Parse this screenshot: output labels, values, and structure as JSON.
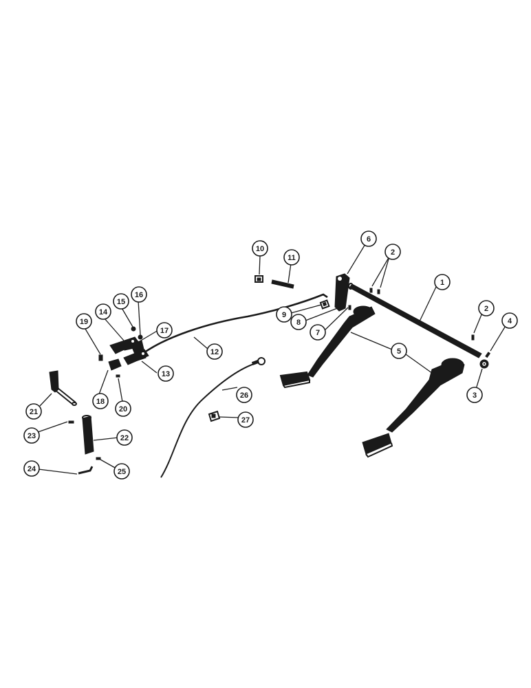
{
  "callouts": [
    {
      "id": "c1",
      "label": "1"
    },
    {
      "id": "c2a",
      "label": "2"
    },
    {
      "id": "c2b",
      "label": "2"
    },
    {
      "id": "c3",
      "label": "3"
    },
    {
      "id": "c4",
      "label": "4"
    },
    {
      "id": "c5",
      "label": "5"
    },
    {
      "id": "c6",
      "label": "6"
    },
    {
      "id": "c7",
      "label": "7"
    },
    {
      "id": "c8",
      "label": "8"
    },
    {
      "id": "c9",
      "label": "9"
    },
    {
      "id": "c10",
      "label": "10"
    },
    {
      "id": "c11",
      "label": "11"
    },
    {
      "id": "c12",
      "label": "12"
    },
    {
      "id": "c13",
      "label": "13"
    },
    {
      "id": "c14",
      "label": "14"
    },
    {
      "id": "c15",
      "label": "15"
    },
    {
      "id": "c16",
      "label": "16"
    },
    {
      "id": "c17",
      "label": "17"
    },
    {
      "id": "c18",
      "label": "18"
    },
    {
      "id": "c19",
      "label": "19"
    },
    {
      "id": "c20",
      "label": "20"
    },
    {
      "id": "c21",
      "label": "21"
    },
    {
      "id": "c22",
      "label": "22"
    },
    {
      "id": "c23",
      "label": "23"
    },
    {
      "id": "c24",
      "label": "24"
    },
    {
      "id": "c25",
      "label": "25"
    },
    {
      "id": "c26",
      "label": "26"
    },
    {
      "id": "c27",
      "label": "27"
    }
  ]
}
